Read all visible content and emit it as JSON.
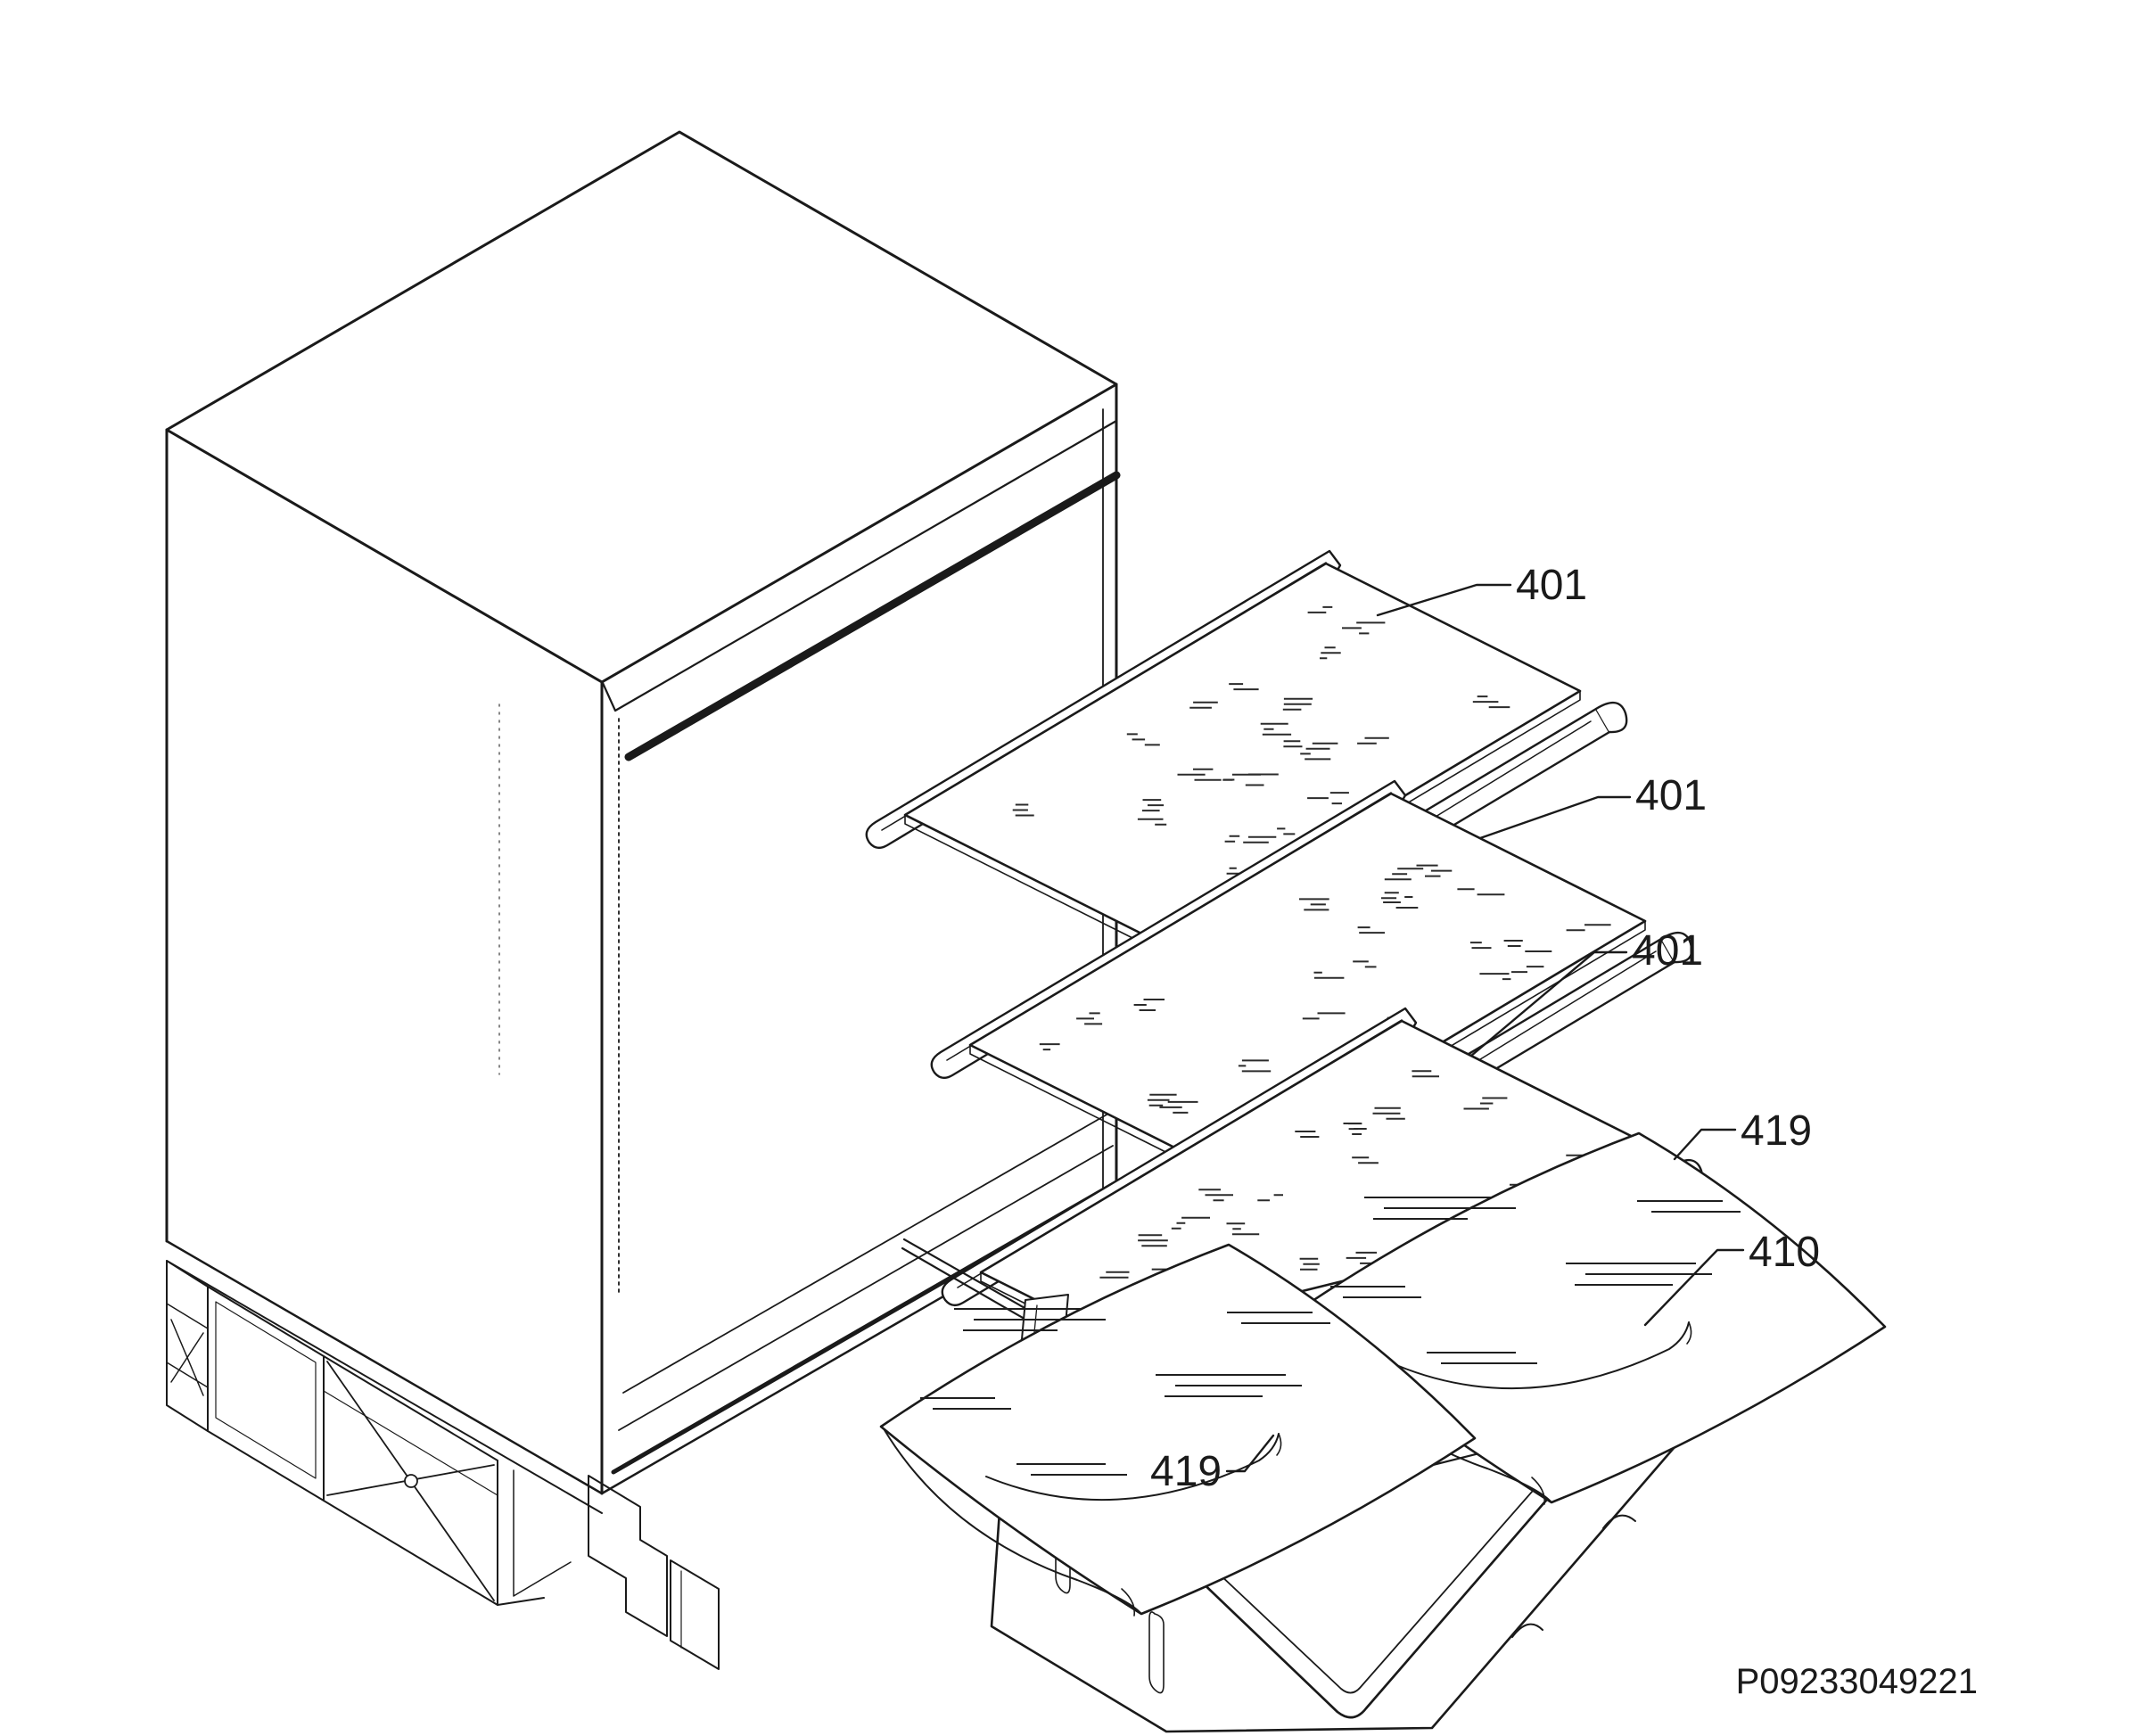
{
  "figure": {
    "kind": "patent-exploded-parts-diagram",
    "part_number": "P09233049221",
    "ink_color": "#1a1a1a",
    "paper_color": "#ffffff",
    "callouts": [
      {
        "id": "callout-401-top-shelf",
        "ref": "401"
      },
      {
        "id": "callout-401-middle-shelf",
        "ref": "401"
      },
      {
        "id": "callout-401-bottom-shelf",
        "ref": "401"
      },
      {
        "id": "callout-419-upper-cushion",
        "ref": "419"
      },
      {
        "id": "callout-410-drawer",
        "ref": "410"
      },
      {
        "id": "callout-419-lower-cushion",
        "ref": "419"
      }
    ]
  }
}
